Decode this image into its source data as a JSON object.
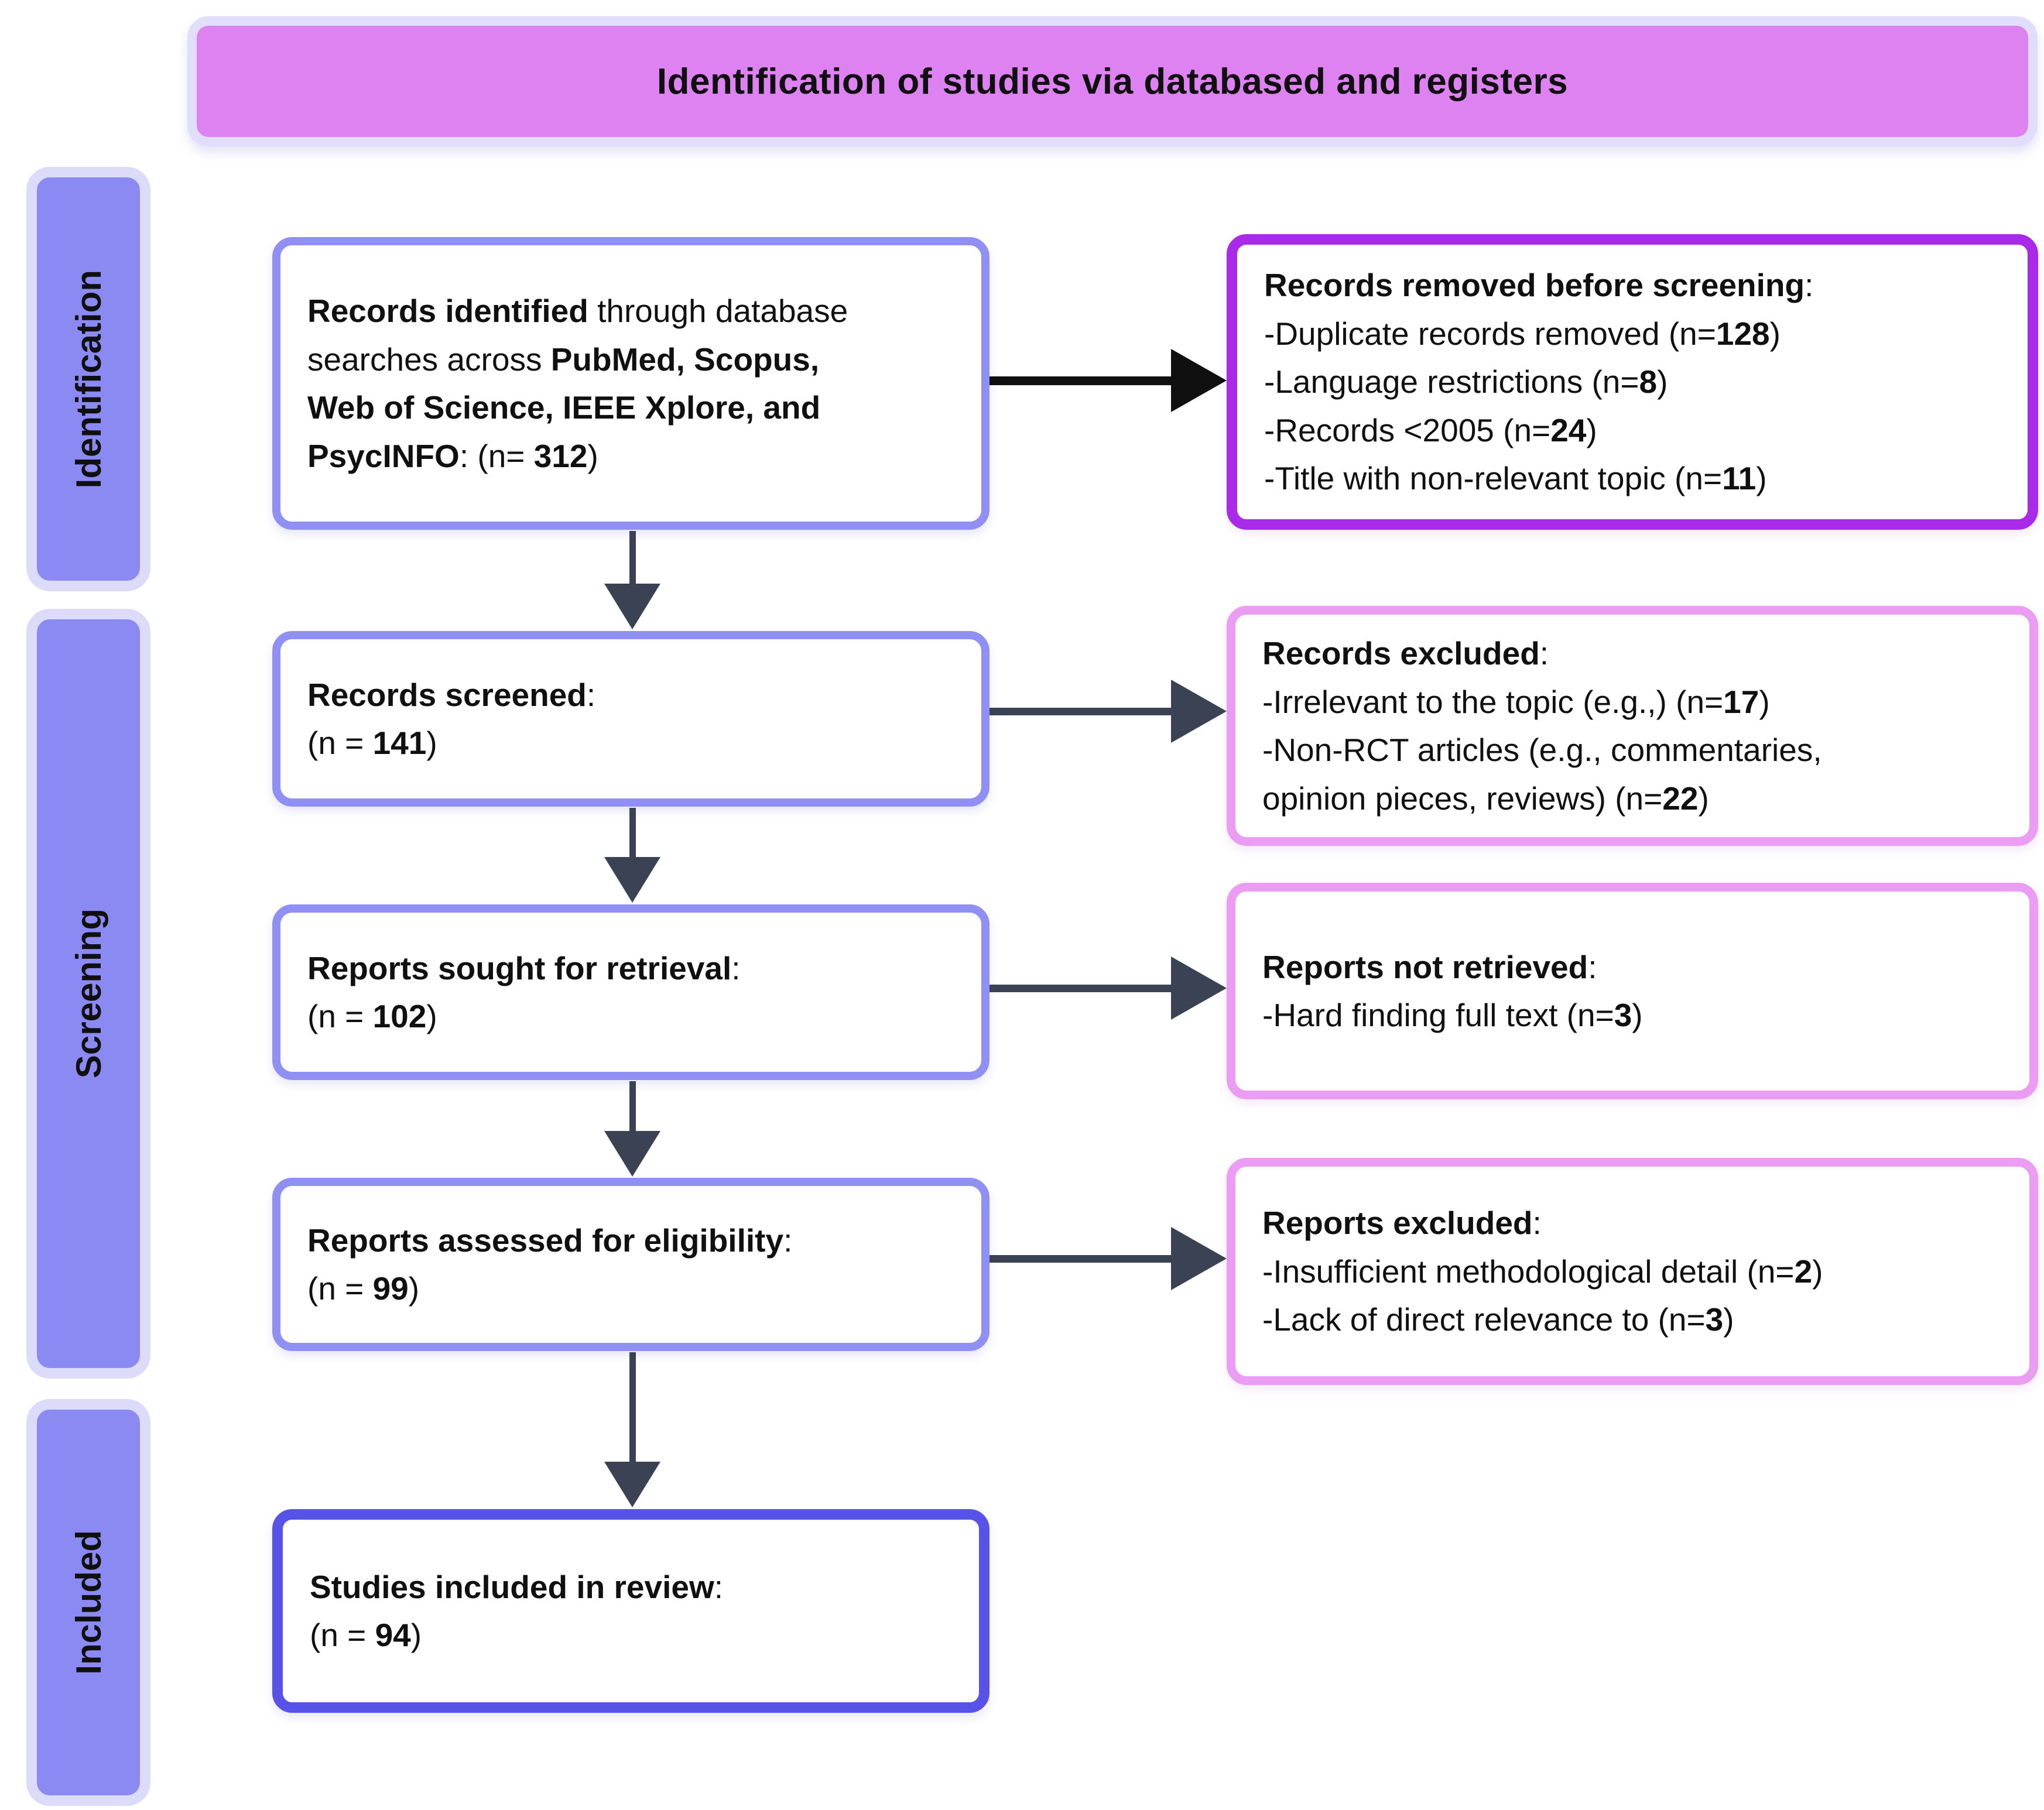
{
  "title": "Identification of studies via databased and registers",
  "sidebar": {
    "stages": [
      {
        "label": "Identification"
      },
      {
        "label": "Screening"
      },
      {
        "label": "Included"
      }
    ]
  },
  "flow": {
    "left_boxes": [
      {
        "name": "records-identified",
        "lines": [
          [
            {
              "t": "Records identified",
              "b": true
            },
            {
              "t": " through database",
              "b": false
            }
          ],
          [
            {
              "t": "searches across ",
              "b": false
            },
            {
              "t": "PubMed, Scopus,",
              "b": true
            }
          ],
          [
            {
              "t": "Web of Science, IEEE Xplore, and",
              "b": true
            }
          ],
          [
            {
              "t": "PsycINFO",
              "b": true
            },
            {
              "t": ": (n= ",
              "b": false
            },
            {
              "t": "312",
              "b": true
            },
            {
              "t": ")",
              "b": false
            }
          ]
        ]
      },
      {
        "name": "records-screened",
        "lines": [
          [
            {
              "t": "Records screened",
              "b": true
            },
            {
              "t": ":",
              "b": false
            }
          ],
          [
            {
              "t": "(n = ",
              "b": false
            },
            {
              "t": "141",
              "b": true
            },
            {
              "t": ")",
              "b": false
            }
          ]
        ]
      },
      {
        "name": "reports-sought-for-retrieval",
        "lines": [
          [
            {
              "t": "Reports sought for retrieval",
              "b": true
            },
            {
              "t": ":",
              "b": false
            }
          ],
          [
            {
              "t": "(n = ",
              "b": false
            },
            {
              "t": "102",
              "b": true
            },
            {
              "t": ")",
              "b": false
            }
          ]
        ]
      },
      {
        "name": "reports-assessed-for-eligibility",
        "lines": [
          [
            {
              "t": "Reports assessed for eligibility",
              "b": true
            },
            {
              "t": ":",
              "b": false
            }
          ],
          [
            {
              "t": "(n = ",
              "b": false
            },
            {
              "t": "99",
              "b": true
            },
            {
              "t": ")",
              "b": false
            }
          ]
        ]
      },
      {
        "name": "studies-included-in-review",
        "lines": [
          [
            {
              "t": "Studies included in review",
              "b": true
            },
            {
              "t": ":",
              "b": false
            }
          ],
          [
            {
              "t": "(n = ",
              "b": false
            },
            {
              "t": "94",
              "b": true
            },
            {
              "t": ")",
              "b": false
            }
          ]
        ]
      }
    ],
    "right_boxes": [
      {
        "name": "records-removed-before-screening",
        "lines": [
          [
            {
              "t": "Records removed before screening",
              "b": true
            },
            {
              "t": ":",
              "b": false
            }
          ],
          [
            {
              "t": "-Duplicate records removed (n=",
              "b": false
            },
            {
              "t": "128",
              "b": true
            },
            {
              "t": ")",
              "b": false
            }
          ],
          [
            {
              "t": "-Language restrictions (n=",
              "b": false
            },
            {
              "t": "8",
              "b": true
            },
            {
              "t": ")",
              "b": false
            }
          ],
          [
            {
              "t": "-Records <2005 (n=",
              "b": false
            },
            {
              "t": "24",
              "b": true
            },
            {
              "t": ")",
              "b": false
            }
          ],
          [
            {
              "t": "-Title with non-relevant topic (n=",
              "b": false
            },
            {
              "t": "11",
              "b": true
            },
            {
              "t": ")",
              "b": false
            }
          ]
        ]
      },
      {
        "name": "records-excluded",
        "lines": [
          [
            {
              "t": "Records excluded",
              "b": true
            },
            {
              "t": ":",
              "b": false
            }
          ],
          [
            {
              "t": "-Irrelevant to the topic (e.g.,) (n=",
              "b": false
            },
            {
              "t": "17",
              "b": true
            },
            {
              "t": ")",
              "b": false
            }
          ],
          [
            {
              "t": "-Non-RCT articles (e.g., commentaries,",
              "b": false
            }
          ],
          [
            {
              "t": "opinion pieces, reviews) (n=",
              "b": false
            },
            {
              "t": "22",
              "b": true
            },
            {
              "t": ")",
              "b": false
            }
          ]
        ]
      },
      {
        "name": "reports-not-retrieved",
        "lines": [
          [
            {
              "t": "Reports not retrieved",
              "b": true
            },
            {
              "t": ":",
              "b": false
            }
          ],
          [
            {
              "t": "-Hard finding full text (n=",
              "b": false
            },
            {
              "t": "3",
              "b": true
            },
            {
              "t": ")",
              "b": false
            }
          ]
        ]
      },
      {
        "name": "reports-excluded",
        "lines": [
          [
            {
              "t": "Reports excluded",
              "b": true
            },
            {
              "t": ":",
              "b": false
            }
          ],
          [
            {
              "t": "-Insufficient methodological detail (n=",
              "b": false
            },
            {
              "t": "2",
              "b": true
            },
            {
              "t": ")",
              "b": false
            }
          ],
          [
            {
              "t": "-Lack of direct relevance to (n=",
              "b": false
            },
            {
              "t": "3",
              "b": true
            },
            {
              "t": ")",
              "b": false
            }
          ]
        ]
      }
    ]
  },
  "colors": {
    "background": "#ffffff",
    "text": "#101010",
    "banner_fill": "#dd82f0",
    "banner_border": "#e0defb",
    "stage_fill": "#8a8af2",
    "stage_border": "#dcdcfa",
    "process_border": "#8f8ff4",
    "included_border": "#5753e9",
    "removed_border": "#a92be9",
    "excluded_border": "#eb9df3",
    "arrow_primary": "#101010",
    "arrow_secondary": "#3a4253"
  }
}
